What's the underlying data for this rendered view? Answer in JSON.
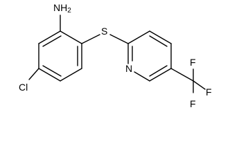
{
  "structure": {
    "atoms": {
      "nh2": {
        "main": "NH",
        "sub": "2"
      },
      "s": "S",
      "cl": "Cl",
      "n": "N",
      "f1": "F",
      "f2": "F",
      "f3": "F"
    },
    "colors": {
      "bond": "#000000",
      "label": "#000000",
      "background": "#ffffff"
    }
  }
}
